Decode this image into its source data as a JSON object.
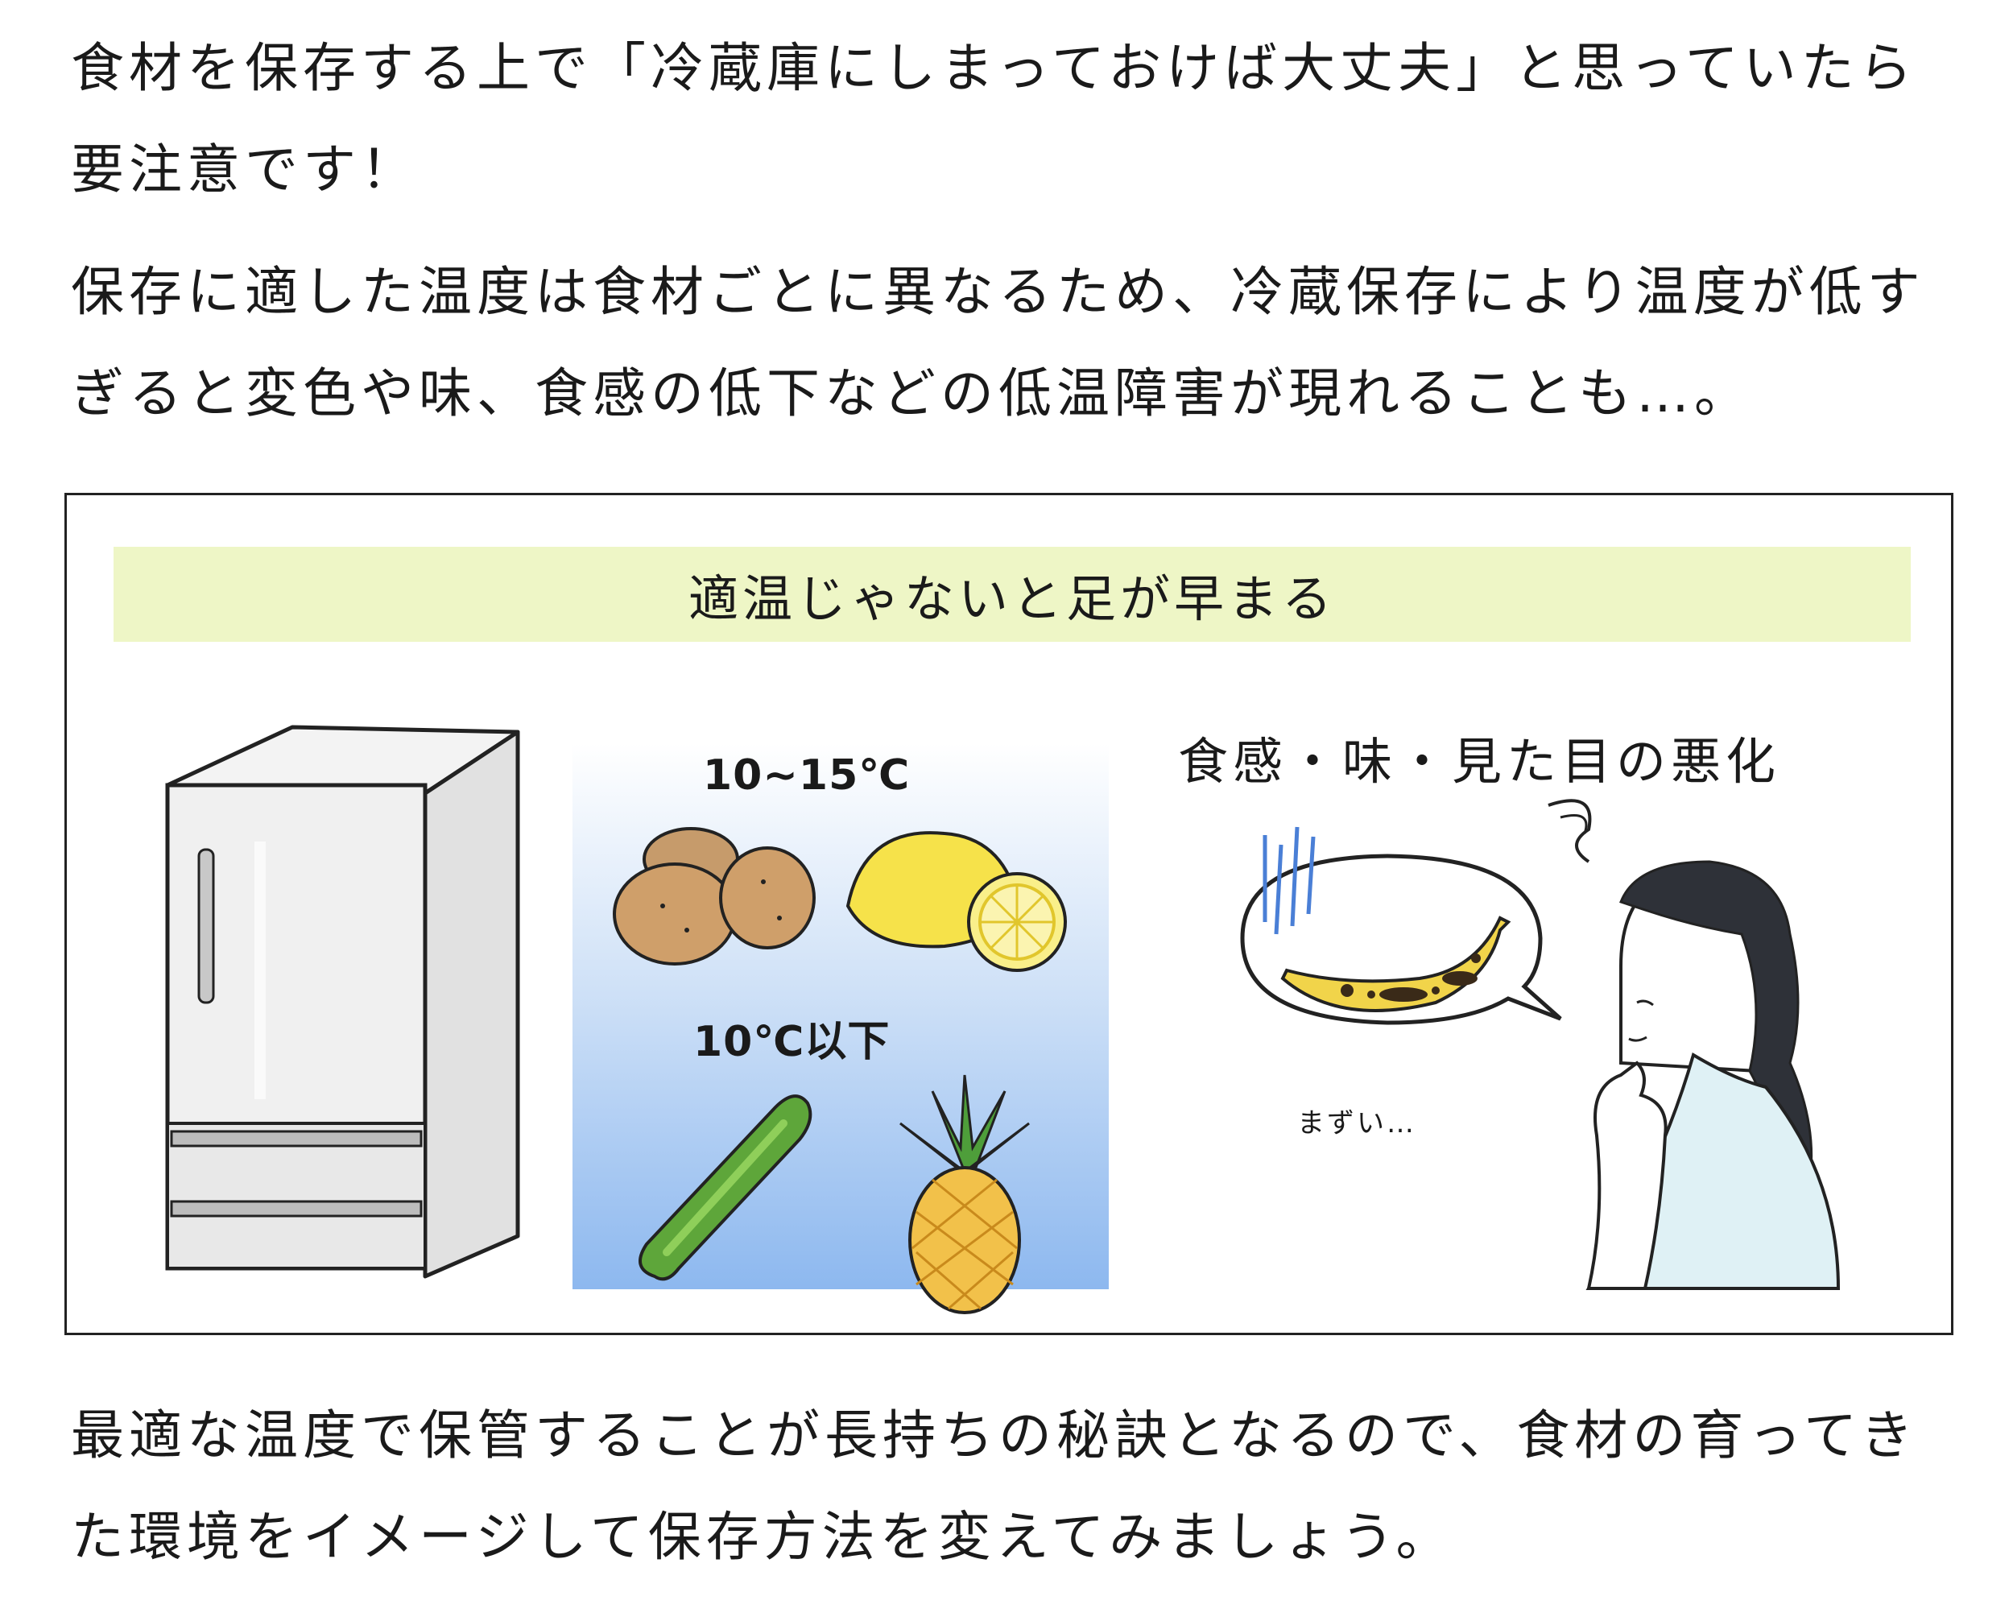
{
  "intro": {
    "paragraph1": "食材を保存する上で「冷蔵庫にしまっておけば大丈夫」と思っていたら要注意です！",
    "paragraph2": "保存に適した温度は食材ごとに異なるため、冷蔵保存により温度が低すぎると変色や味、食感の低下などの低温障害が現れることも…。"
  },
  "illustration": {
    "banner": "適温じゃないと足が早まる",
    "temp_group_1": "10~15℃",
    "temp_group_2": "10℃以下",
    "effect_label": "食感・味・見た目の悪化",
    "exclamation": "まずい…"
  },
  "outro": {
    "paragraph": "最適な温度で保管することが長持ちの秘訣となるので、食材の育ってきた環境をイメージして保存方法を変えてみましょう。"
  },
  "icons": [
    "refrigerator-icon",
    "potato-icon",
    "lemon-icon",
    "cucumber-icon",
    "pineapple-icon",
    "banana-icon",
    "speech-bubble-icon",
    "woman-icon"
  ],
  "colors": {
    "banner_bg": "#eef6c6",
    "gradient_top": "#ffffff",
    "gradient_bottom": "#8db8ef"
  }
}
